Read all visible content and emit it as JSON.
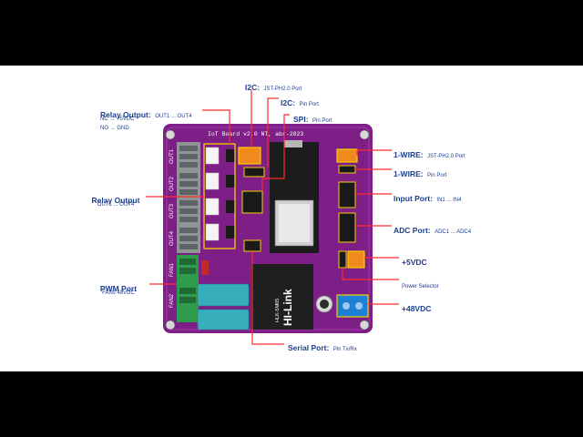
{
  "board": {
    "silkscreen": "IoT Board v2.0 NT, abr-2023",
    "out_labels": [
      "OUT1",
      "OUT2",
      "OUT3",
      "OUT4"
    ],
    "fan_labels": [
      "FAN1",
      "FAN2"
    ],
    "psu_brand": "HI-Link",
    "psu_model": "HLK-5M05",
    "colors": {
      "pcb": "#7d1f86",
      "callout": "#ff2a2a",
      "label": "#1b3f8f",
      "highlight": "#f5d000"
    }
  },
  "labels": {
    "i2c_jst": {
      "title": "I2C:",
      "detail": "JST-PH2.0 Port"
    },
    "i2c_pin": {
      "title": "I2C:",
      "detail": "Pin Port"
    },
    "spi": {
      "title": "SPI:",
      "detail": "Pin Port"
    },
    "relay_top": {
      "title": "Relay Output:",
      "detail": "OUT1 ... OUT4",
      "line1": "NC → +5VDC",
      "line2": "NO → GND"
    },
    "relay_mid": {
      "title": "Relay Output",
      "detail": "OUT1 ... OUT4"
    },
    "pwm": {
      "title": "PWM Port",
      "detail": "FANs 48VDC"
    },
    "onewire_jst": {
      "title": "1-WIRE:",
      "detail": "JST-PH2.0 Port"
    },
    "onewire_pin": {
      "title": "1-WIRE:",
      "detail": "Pin Port"
    },
    "input": {
      "title": "Input Port:",
      "detail": "IN1 ... IN4"
    },
    "adc": {
      "title": "ADC Port:",
      "detail": "ADC1 ... ADC4"
    },
    "plus5": {
      "title": "+5VDC"
    },
    "power_selector": {
      "title": "Power Selector"
    },
    "plus48": {
      "title": "+48VDC"
    },
    "serial": {
      "title": "Serial Port:",
      "detail": "Pin Tx/Rx"
    }
  }
}
